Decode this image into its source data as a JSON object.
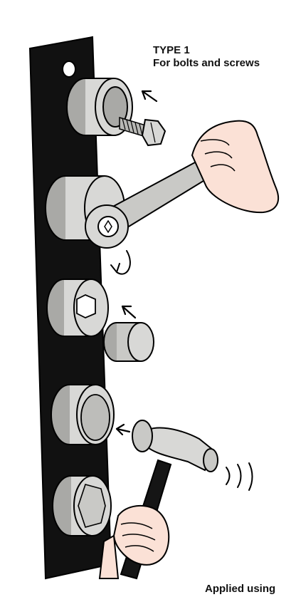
{
  "captions": {
    "title": "TYPE 1",
    "description": "For bolts and screws",
    "footer": "Applied using"
  },
  "colors": {
    "bar": "#111111",
    "metal": "#d8d8d6",
    "metal_dark": "#a9a9a6",
    "skin": "#fbe1d6",
    "handle": "#151515"
  }
}
